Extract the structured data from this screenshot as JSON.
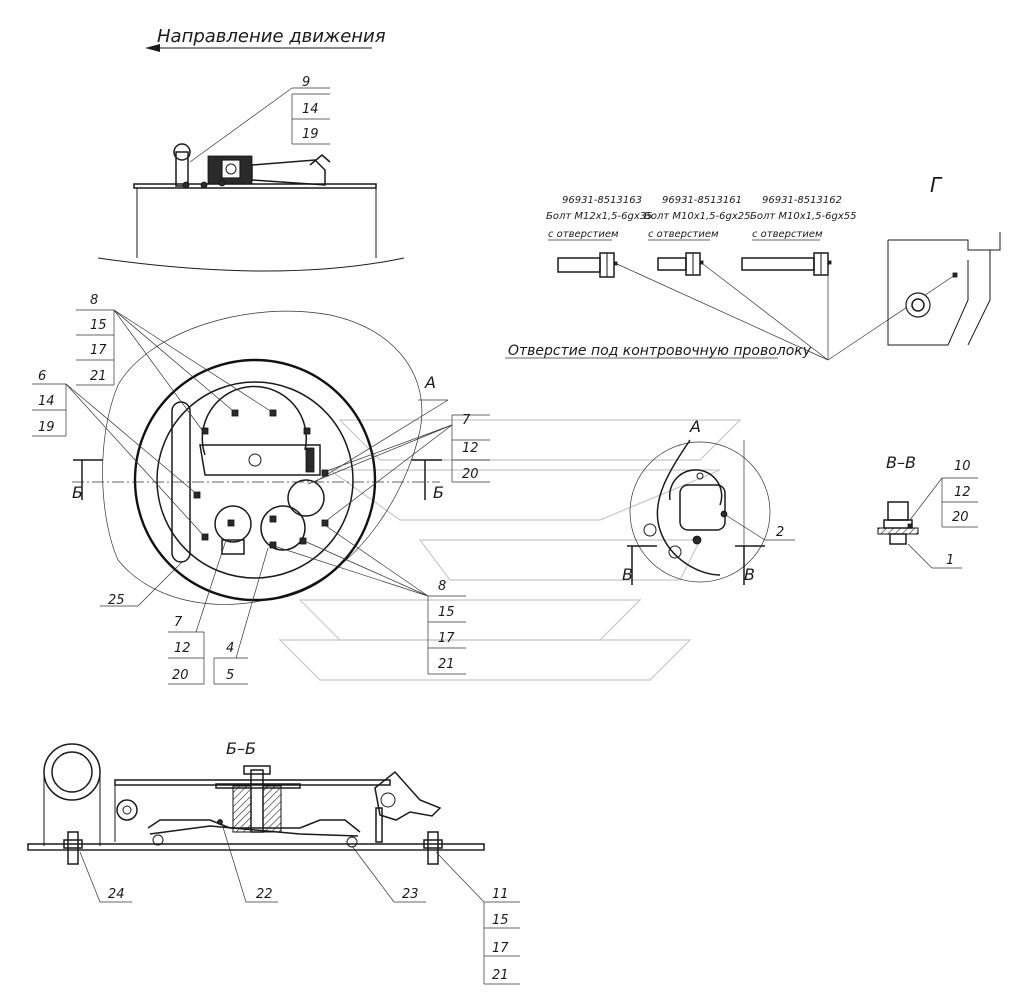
{
  "direction_label": "Направление движения",
  "views": {
    "A": "А",
    "G": "Г",
    "B_section": "Б–Б",
    "V_section": "В–В",
    "B_cut": "Б",
    "V_cut": "В"
  },
  "wire_hole_label": "Отверстие под контровочную проволоку",
  "bolts": [
    {
      "code": "96931-8513163",
      "name": "Болт М12х1,5-6gх35",
      "note": "с отверстием"
    },
    {
      "code": "96931-8513161",
      "name": "Болт М10х1,5-6gх25",
      "note": "с отверстием"
    },
    {
      "code": "96931-8513162",
      "name": "Болт М10х1,5-6gх55",
      "note": "с отверстием"
    }
  ],
  "callouts": {
    "top": [
      "9",
      "14",
      "19"
    ],
    "left_upper": [
      "8",
      "15",
      "17",
      "21"
    ],
    "left_lower": [
      "6",
      "14",
      "19"
    ],
    "right_upper": [
      "7",
      "12",
      "20"
    ],
    "right_lower": [
      "8",
      "15",
      "17",
      "21"
    ],
    "bottom_left": [
      "7",
      "12",
      "20"
    ],
    "bottom_mid": [
      "4",
      "5"
    ],
    "c25": "25",
    "view_a_2": "2",
    "vv": [
      "10",
      "12",
      "20"
    ],
    "vv_1": "1",
    "section_24": "24",
    "section_22": "22",
    "section_23": "23",
    "section_right": [
      "11",
      "15",
      "17",
      "21"
    ]
  }
}
